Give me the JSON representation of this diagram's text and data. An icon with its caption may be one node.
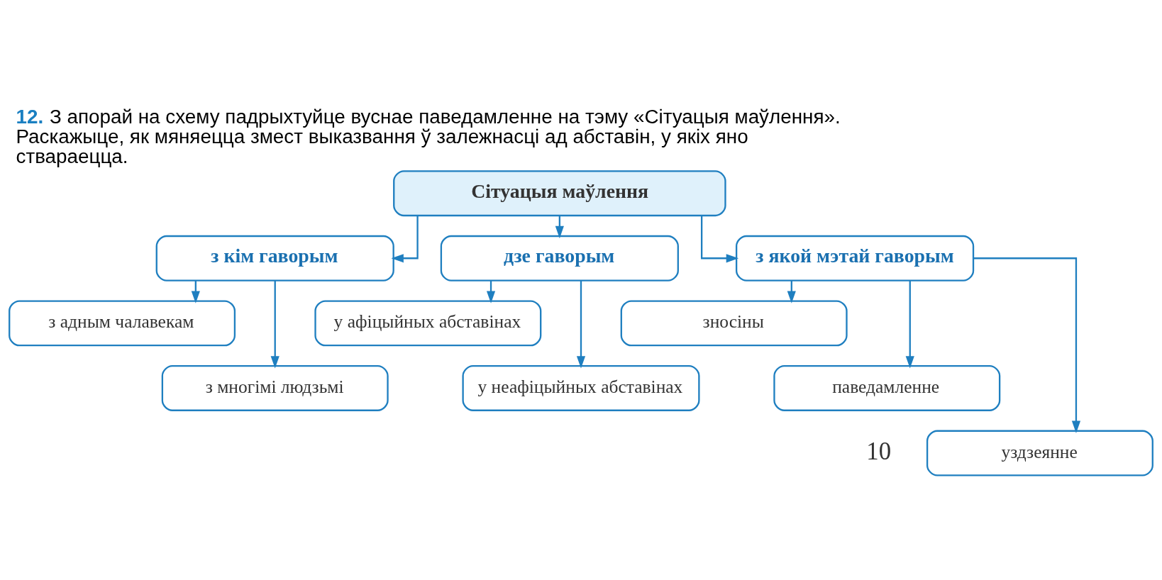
{
  "diagram": {
    "title": "12. З апорай на схему падрыхтуйце вуснае паведамленне на тэму «Сітуацыя маўлення». Раскажыце, як мяняецца змест выказвання ў залежнасці ад абставін, у якіх яно ствараецца.",
    "nodes": [
      {
        "text": [
          "Сітуацыя маўлення"
        ]
      },
      {
        "text": [
          "з кім гаворым"
        ]
      },
      {
        "text": [
          "дзе гаворым"
        ]
      },
      {
        "text": [
          "з якой мэтай гаворым"
        ]
      },
      {
        "text": [
          "з адным чалавекам"
        ]
      },
      {
        "text": [
          "з многімі людзьмі"
        ]
      },
      {
        "text": [
          "у афіцыйных абставінах"
        ]
      },
      {
        "text": [
          "у неафіцыйных абставінах"
        ]
      },
      {
        "text": [
          "зносіны"
        ]
      },
      {
        "text": [
          "паведамленне"
        ]
      },
      {
        "text": [
          "уздзеянне"
        ]
      }
    ],
    "edges": [
      {
        "from": 0,
        "to": 1,
        "arrow": "to"
      },
      {
        "from": 0,
        "to": 2,
        "arrow": "to"
      },
      {
        "from": 0,
        "to": 3,
        "arrow": "to"
      },
      {
        "from": 1,
        "to": 4,
        "arrow": "to"
      },
      {
        "from": 1,
        "to": 5,
        "arrow": "to"
      },
      {
        "from": 2,
        "to": 6,
        "arrow": "to"
      },
      {
        "from": 2,
        "to": 7,
        "arrow": "to"
      },
      {
        "from": 3,
        "to": 8,
        "arrow": "to"
      },
      {
        "from": 3,
        "to": 9,
        "arrow": "to"
      },
      {
        "from": 3,
        "to": 10,
        "arrow": "to"
      }
    ],
    "labels": [
      "10"
    ]
  }
}
